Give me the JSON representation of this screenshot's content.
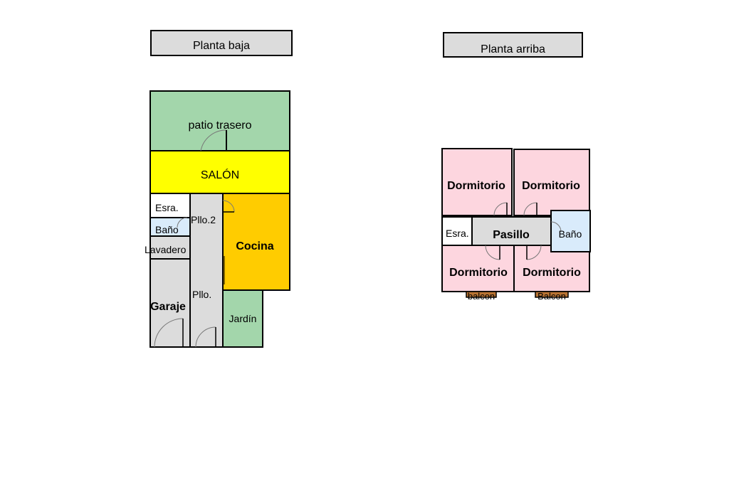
{
  "titles": {
    "ground": "Planta baja",
    "upper": "Planta arriba"
  },
  "colors": {
    "green": "#a3d6ab",
    "yellow": "#ffff00",
    "orange": "#ffcc00",
    "gray": "#dcdcdc",
    "blue": "#d9ebfb",
    "pink": "#fdd6df",
    "white": "#ffffff",
    "brown": "#b87333"
  },
  "ground_floor": {
    "patio": "patio trasero",
    "salon": "SALÓN",
    "esra": "Esra.",
    "bano": "Baño",
    "lavadero": "Lavadero",
    "pllo2": "Pllo.2",
    "cocina": "Cocina",
    "garaje": "Garaje",
    "pllo": "Pllo.",
    "jardin": "Jardín"
  },
  "upper_floor": {
    "dorm_tl": "Dormitorio",
    "dorm_tr": "Dormitorio",
    "esra": "Esra.",
    "pasillo": "Pasillo",
    "bano": "Baño",
    "dorm_bl": "Dormitorio",
    "dorm_br": "Dormitorio",
    "balcon_l": "balcon",
    "balcon_r": "Balcon"
  }
}
